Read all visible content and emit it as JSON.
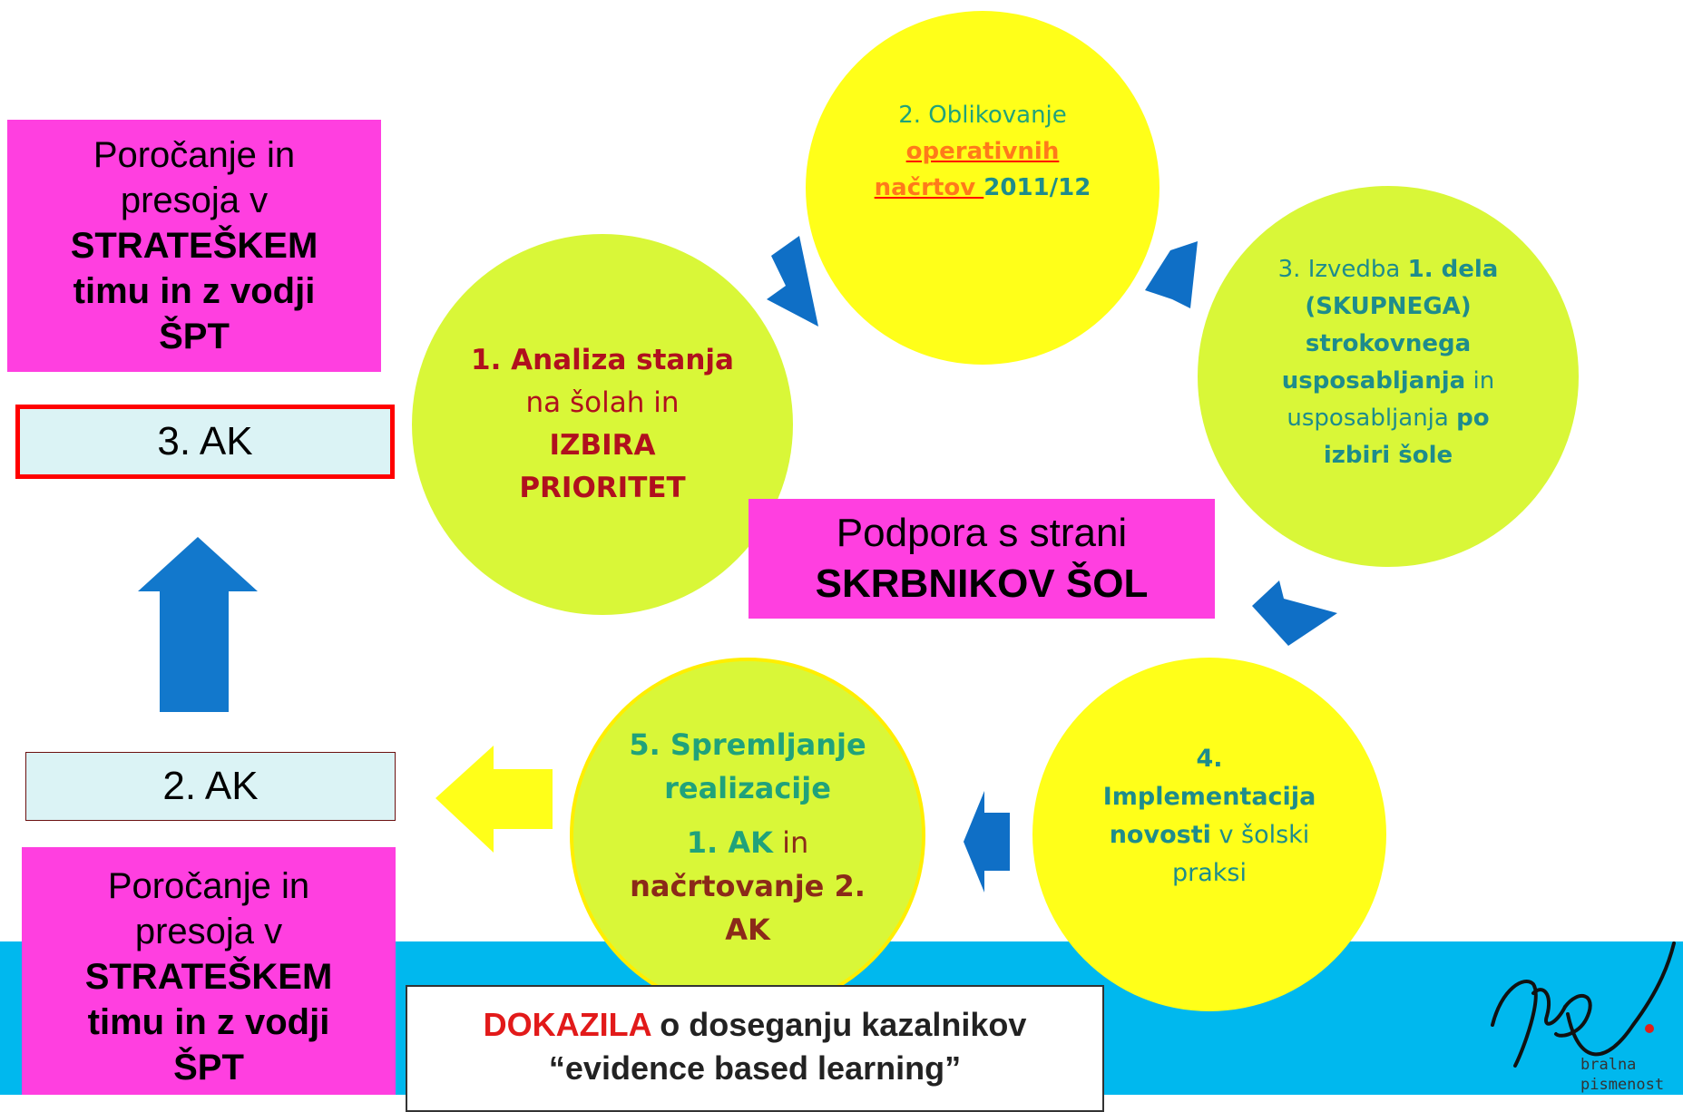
{
  "left_top_box": {
    "line1": "Poročanje in",
    "line2": "presoja v",
    "line3": "STRATEŠKEM",
    "line4": "timu in z vodji",
    "line5": "ŠPT"
  },
  "ak3_label": "3. AK",
  "ak2_label": "2. AK",
  "left_bottom_box": {
    "line1": "Poročanje in",
    "line2": "presoja v",
    "line3": "STRATEŠKEM",
    "line4": "timu in z vodji",
    "line5": "ŠPT"
  },
  "circle1": {
    "title": "1. Analiza stanja",
    "line2": "na šolah in",
    "line3": "IZBIRA",
    "line4": "PRIORITET"
  },
  "circle2": {
    "line1": "2. Oblikovanje",
    "line2": "operativnih",
    "line3a": "načrtov ",
    "line3b": "2011/12"
  },
  "circle3": {
    "p1a": "3. Izvedba ",
    "p1b": "1. dela",
    "p2": "(SKUPNEGA)",
    "p3": "strokovnega",
    "p4a": "usposabljanja",
    "p4b": " in",
    "p5a": "usposabljanja ",
    "p5b": "po",
    "p6": "izbiri šole"
  },
  "center_box": {
    "line1": "Podpora s strani",
    "line2": "SKRBNIKOV ŠOL"
  },
  "circle4": {
    "line1": "4.",
    "line2": "Implementacija",
    "line3a": "novosti",
    "line3b": " v šolski",
    "line4": "praksi"
  },
  "circle5": {
    "line1": "5. Spremljanje",
    "line2": "realizacije",
    "line3a": "1.  AK",
    "line3b": " in",
    "line4": "načrtovanje 2.",
    "line5": "AK"
  },
  "evidence": {
    "red": "DOKAZILA",
    "rest": " o doseganju kazalnikov",
    "line2": "“evidence based learning”"
  },
  "logo": {
    "line1": "bralna",
    "line2": "pismenost"
  },
  "colors": {
    "pink": "#ff3fe0",
    "lime": "#d9f738",
    "yellow": "#ffff19",
    "blue_arrow": "#0f6fc6",
    "band": "#00b8ee"
  }
}
